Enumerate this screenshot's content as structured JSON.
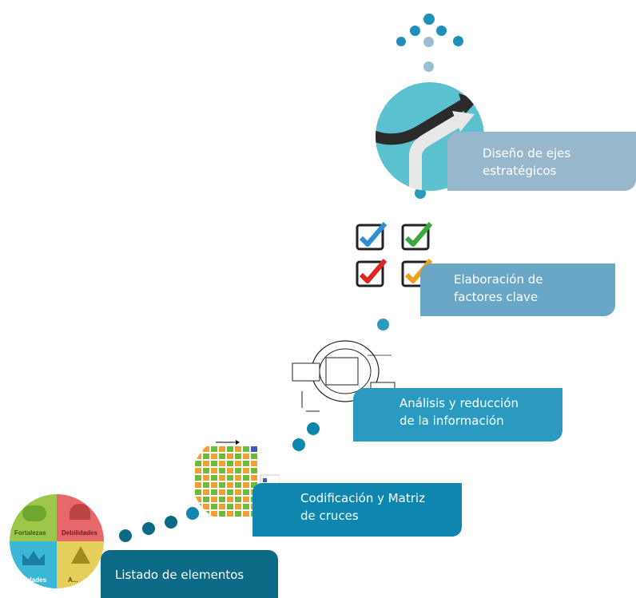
{
  "steps": [
    {
      "label_1": "Listado de elementos",
      "label_2": ""
    },
    {
      "label_1": "Codificación y Matriz",
      "label_2": "de cruces"
    },
    {
      "label_1": "Análisis y reducción",
      "label_2": "de la información"
    },
    {
      "label_1": "Elaboración de",
      "label_2": "factores clave"
    },
    {
      "label_1": "Diseño de ejes",
      "label_2": "estratégicos"
    }
  ],
  "swot": {
    "fortalezas": "Fortalezas",
    "debilidades": "Debilidades",
    "oportunidades": "...idades",
    "amenazas": "A..."
  },
  "colors": {
    "step1": "#0b6a86",
    "step2": "#0f86ad",
    "step3": "#2b9ac1",
    "step4": "#6aa7c6",
    "step5": "#97b8cc",
    "dot": "#1d8fb8",
    "dot_light": "#9cbed3"
  },
  "icons": {
    "swot": "swot-circle-icon",
    "matrix": "matrix-grid-icon",
    "flow": "flow-diagram-icon",
    "checks": "checkbox-icons",
    "arrow": "strategy-arrow-icon"
  }
}
